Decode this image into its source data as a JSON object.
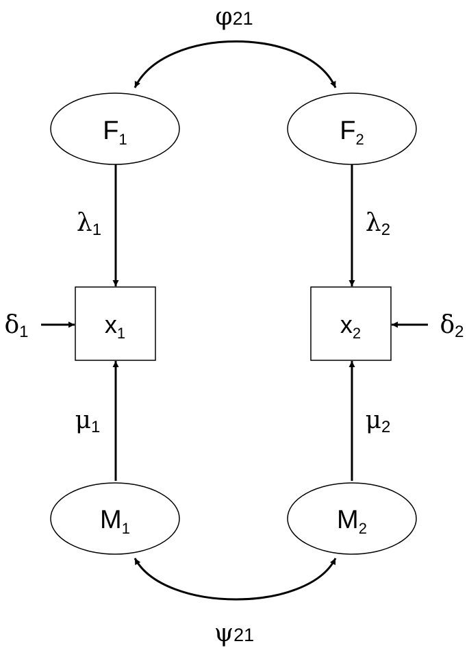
{
  "nodes": {
    "F1": {
      "main": "F",
      "sub": "1",
      "kind": "latent-factor"
    },
    "F2": {
      "main": "F",
      "sub": "2",
      "kind": "latent-factor"
    },
    "M1": {
      "main": "M",
      "sub": "1",
      "kind": "latent-method"
    },
    "M2": {
      "main": "M",
      "sub": "2",
      "kind": "latent-method"
    },
    "x1": {
      "main": "x",
      "sub": "1",
      "kind": "observed"
    },
    "x2": {
      "main": "x",
      "sub": "2",
      "kind": "observed"
    }
  },
  "paths": {
    "phi21": {
      "symbol": "φ",
      "sub": "21",
      "from": "F1",
      "to": "F2",
      "type": "covariance"
    },
    "psi21": {
      "symbol": "ψ",
      "sub": "21",
      "from": "M1",
      "to": "M2",
      "type": "covariance"
    },
    "lambda1": {
      "symbol": "λ",
      "sub": "1",
      "from": "F1",
      "to": "x1",
      "type": "loading"
    },
    "lambda2": {
      "symbol": "λ",
      "sub": "2",
      "from": "F2",
      "to": "x2",
      "type": "loading"
    },
    "mu1": {
      "symbol": "μ",
      "sub": "1",
      "from": "M1",
      "to": "x1",
      "type": "loading"
    },
    "mu2": {
      "symbol": "μ",
      "sub": "2",
      "from": "M2",
      "to": "x2",
      "type": "loading"
    },
    "delta1": {
      "symbol": "δ",
      "sub": "1",
      "to": "x1",
      "type": "error"
    },
    "delta2": {
      "symbol": "δ",
      "sub": "2",
      "to": "x2",
      "type": "error"
    }
  },
  "colors": {
    "stroke": "#000000",
    "fill": "#ffffff"
  }
}
